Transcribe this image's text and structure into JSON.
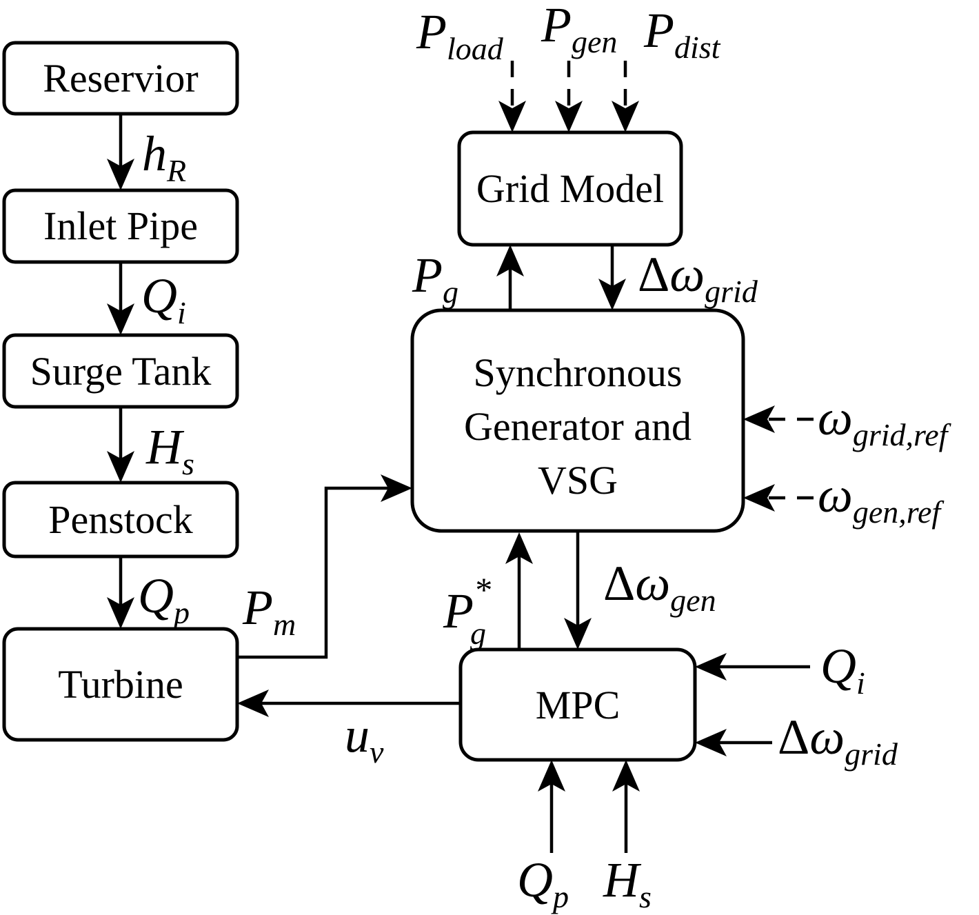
{
  "colors": {
    "line": "#000000",
    "background": "#ffffff"
  },
  "boxes": {
    "reservoir": "Reservior",
    "inlet_pipe": "Inlet Pipe",
    "surge_tank": "Surge Tank",
    "penstock": "Penstock",
    "turbine": "Turbine",
    "grid_model": "Grid Model",
    "sync_gen_line1": "Synchronous",
    "sync_gen_line2": "Generator and",
    "sync_gen_line3": "VSG",
    "mpc": "MPC"
  },
  "signals": {
    "h_r": {
      "main": "h",
      "sub": "R"
    },
    "q_i_pipe": {
      "main": "Q",
      "sub": "i"
    },
    "h_s_tank": {
      "main": "H",
      "sub": "s"
    },
    "q_p_pen": {
      "main": "Q",
      "sub": "p"
    },
    "p_load": {
      "main": "P",
      "sub": "load"
    },
    "p_gen": {
      "main": "P",
      "sub": "gen"
    },
    "p_dist": {
      "main": "P",
      "sub": "dist"
    },
    "p_g": {
      "main": "P",
      "sub": "g"
    },
    "dw_grid_top": {
      "delta": "Δ",
      "main": "ω",
      "sub": "grid"
    },
    "w_grid_ref": {
      "main": "ω",
      "sub": "grid,ref"
    },
    "w_gen_ref": {
      "main": "ω",
      "sub": "gen,ref"
    },
    "p_m": {
      "main": "P",
      "sub": "m"
    },
    "pg_star": {
      "main": "P",
      "sup": "*",
      "sub": "g"
    },
    "dw_gen": {
      "delta": "Δ",
      "main": "ω",
      "sub": "gen"
    },
    "q_i_mpc": {
      "main": "Q",
      "sub": "i"
    },
    "dw_grid_mpc": {
      "delta": "Δ",
      "main": "ω",
      "sub": "grid"
    },
    "u_v": {
      "main": "u",
      "sub": "v"
    },
    "q_p_mpc": {
      "main": "Q",
      "sub": "p"
    },
    "h_s_mpc": {
      "main": "H",
      "sub": "s"
    }
  }
}
